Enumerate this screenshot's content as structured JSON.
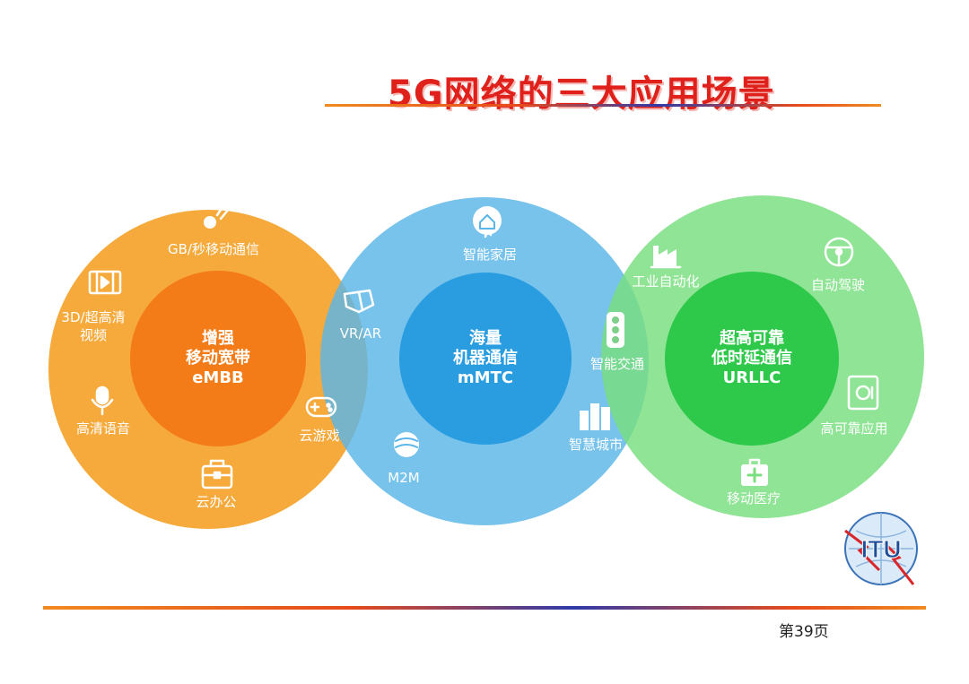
{
  "title": "5G网络的三大应用场景",
  "page_number": "第39页",
  "logo_text": "ITU",
  "colors": {
    "title_red": "#e0201a",
    "orange_outer": "#f6a531",
    "orange_inner": "#f37b18",
    "blue_outer": "#5ab6e8",
    "blue_inner": "#2a9de0",
    "green_outer": "#78de7e",
    "green_inner": "#2ec84a"
  },
  "circles": [
    {
      "core_lines": [
        "增强",
        "移动宽带",
        "eMBB"
      ],
      "items": [
        "GB/秒移动通信",
        "3D/超高清视频",
        "高清语音",
        "云办公",
        "云游戏",
        "VR/AR"
      ]
    },
    {
      "core_lines": [
        "海量",
        "机器通信",
        "mMTC"
      ],
      "items": [
        "智能家居",
        "M2M",
        "智能交通",
        "智慧城市"
      ]
    },
    {
      "core_lines": [
        "超高可靠",
        "低时延通信",
        "URLLC"
      ],
      "items": [
        "工业自动化",
        "自动驾驶",
        "高可靠应用",
        "移动医疗"
      ]
    }
  ]
}
